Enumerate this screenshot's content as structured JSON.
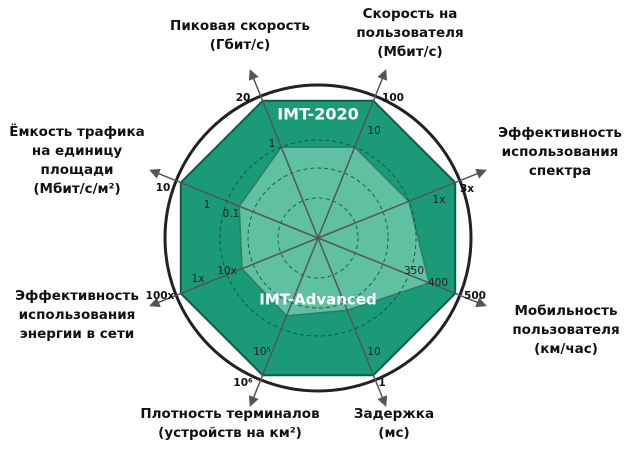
{
  "chart_data": {
    "type": "radar",
    "series": [
      {
        "name": "IMT-2020",
        "color": "#1a9a76"
      },
      {
        "name": "IMT-Advanced",
        "color": "#5fc0a2"
      }
    ],
    "axes": [
      {
        "id": "peak",
        "label": [
          "Пиковая скорость",
          "(Гбит/с)"
        ],
        "imt2020": "20",
        "advanced": "1"
      },
      {
        "id": "user",
        "label": [
          "Скорость на",
          "пользователя",
          "(Мбит/с)"
        ],
        "imt2020": "100",
        "advanced": "10"
      },
      {
        "id": "spectrum",
        "label": [
          "Эффективность",
          "использования",
          "спектра"
        ],
        "imt2020": "3x",
        "advanced": "1x"
      },
      {
        "id": "mobility",
        "label": [
          "Мобильность",
          "пользователя",
          "(км/час)"
        ],
        "imt2020": "500",
        "advanced": "350",
        "advanced_extra": "400"
      },
      {
        "id": "latency",
        "label": [
          "Задержка",
          "(мс)"
        ],
        "imt2020": "1",
        "advanced": "10"
      },
      {
        "id": "density",
        "label": [
          "Плотность терминалов",
          "(устройств на км²)"
        ],
        "imt2020": "10⁶",
        "advanced": "10⁵"
      },
      {
        "id": "energy",
        "label": [
          "Эффективность",
          "использования",
          "энергии в сети"
        ],
        "imt2020": "100x",
        "advanced": "1x",
        "advanced_extra": "10x"
      },
      {
        "id": "traffic",
        "label": [
          "Ёмкость трафика",
          "на единицу",
          "площади",
          "(Мбит/с/м²)"
        ],
        "imt2020": "10",
        "advanced": "0.1",
        "advanced_extra": "1"
      }
    ]
  }
}
